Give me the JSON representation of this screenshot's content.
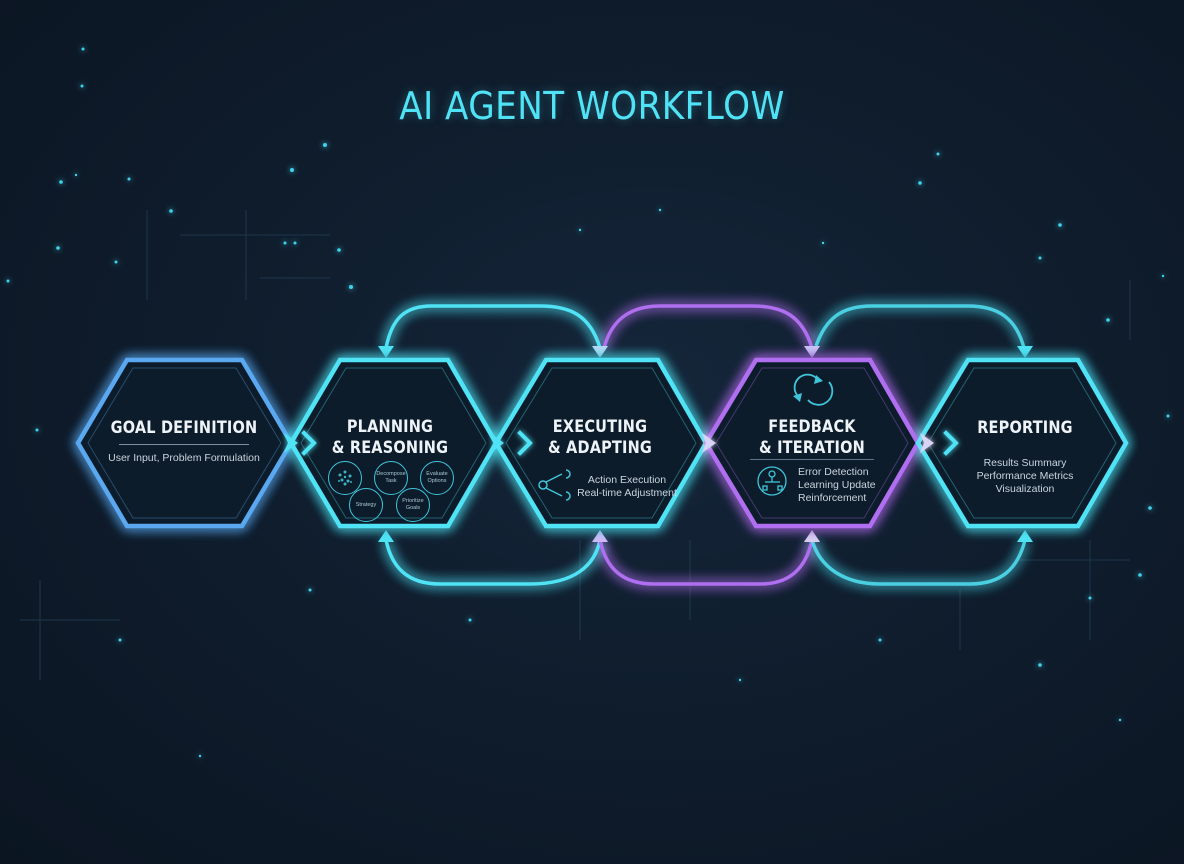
{
  "title": "AI AGENT WORKFLOW",
  "colors": {
    "background": "#0f1d2d",
    "cyan": "#4fe3f5",
    "blue": "#5aa8f0",
    "purple": "#b06ef0",
    "text": "#eef3f8"
  },
  "steps": [
    {
      "id": "goal",
      "title_line1": "GOAL DEFINITION",
      "details": [
        "User Input, Problem Formulation"
      ],
      "border_color": "#5aa8f0"
    },
    {
      "id": "planning",
      "title_line1": "PLANNING",
      "title_line2": "& REASONING",
      "icons": [
        "network-icon",
        "Decompose Task",
        "Evaluate Options",
        "Strategy",
        "Prioritize Goals"
      ],
      "border_color": "#4fe3f5"
    },
    {
      "id": "executing",
      "title_line1": "EXECUTING",
      "title_line2": "& ADAPTING",
      "details": [
        "Action Execution",
        "Real-time Adjustment"
      ],
      "icon": "share-nodes-icon",
      "border_color": "#4fe3f5"
    },
    {
      "id": "feedback",
      "title_line1": "FEEDBACK",
      "title_line2": "& ITERATION",
      "details": [
        "Error Detection",
        "Learning Update",
        "Reinforcement"
      ],
      "icon": "cycle-arrows-icon",
      "detail_icon": "flowchart-icon",
      "border_color": "#b06ef0"
    },
    {
      "id": "reporting",
      "title_line1": "REPORTING",
      "details": [
        "Results Summary",
        "Performance Metrics",
        "Visualization"
      ],
      "border_color": "#4fe3f5"
    }
  ],
  "connectors": {
    "forward_chevrons": 4,
    "top_arcs": [
      {
        "from": "executing",
        "to": "planning",
        "color": "#4fe3f5"
      },
      {
        "from": "feedback",
        "to": "executing",
        "color": "#b06ef0"
      },
      {
        "from": "feedback",
        "to": "reporting",
        "color": "#4fe3f5"
      }
    ],
    "bottom_arcs": [
      {
        "from": "executing",
        "to": "planning",
        "color": "#4fe3f5"
      },
      {
        "from": "executing",
        "to": "feedback",
        "color": "#b06ef0"
      },
      {
        "from": "feedback",
        "to": "reporting",
        "color": "#4fe3f5"
      }
    ]
  }
}
